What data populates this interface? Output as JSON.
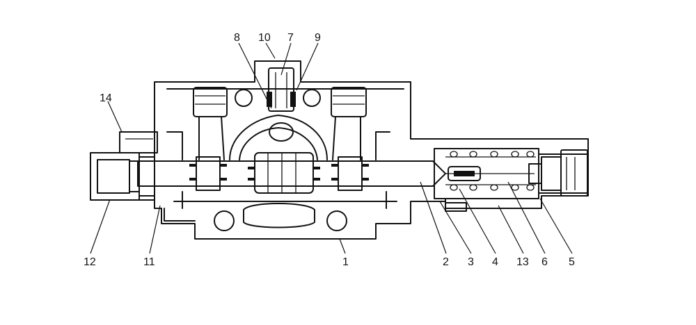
{
  "diagram": {
    "kind": "sectional drawing of hydraulic control valve",
    "callouts": [
      {
        "id": "c1",
        "label": "1"
      },
      {
        "id": "c2",
        "label": "2"
      },
      {
        "id": "c3",
        "label": "3"
      },
      {
        "id": "c4",
        "label": "4"
      },
      {
        "id": "c5",
        "label": "5"
      },
      {
        "id": "c6",
        "label": "6"
      },
      {
        "id": "c7",
        "label": "7"
      },
      {
        "id": "c8",
        "label": "8"
      },
      {
        "id": "c9",
        "label": "9"
      },
      {
        "id": "c10",
        "label": "10"
      },
      {
        "id": "c11",
        "label": "11"
      },
      {
        "id": "c12",
        "label": "12"
      },
      {
        "id": "c13",
        "label": "13"
      },
      {
        "id": "c14",
        "label": "14"
      }
    ]
  }
}
